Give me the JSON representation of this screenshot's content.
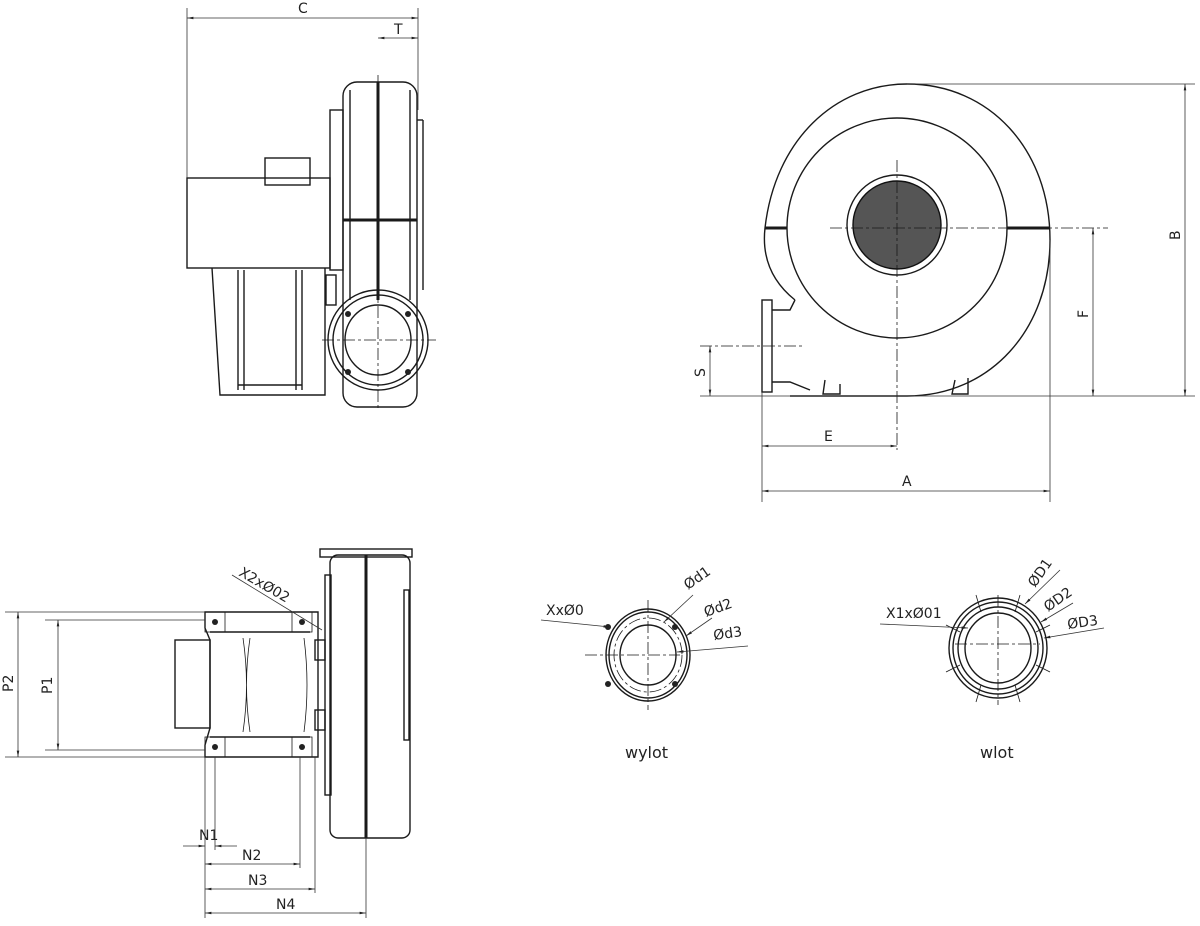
{
  "dimensions": {
    "side_view": {
      "C": "C",
      "T": "T"
    },
    "front_view": {
      "A": "A",
      "B": "B",
      "E": "E",
      "F": "F",
      "S": "S"
    },
    "top_view": {
      "P1": "P1",
      "P2": "P2",
      "N1": "N1",
      "N2": "N2",
      "N3": "N3",
      "N4": "N4",
      "holes": "X2xØ02"
    }
  },
  "outlet_flange": {
    "caption": "wylot",
    "holes": "XxØ0",
    "d1": "Ød1",
    "d2": "Ød2",
    "d3": "Ød3"
  },
  "inlet_flange": {
    "caption": "wlot",
    "holes": "X1xØ01",
    "D1": "ØD1",
    "D2": "ØD2",
    "D3": "ØD3"
  }
}
